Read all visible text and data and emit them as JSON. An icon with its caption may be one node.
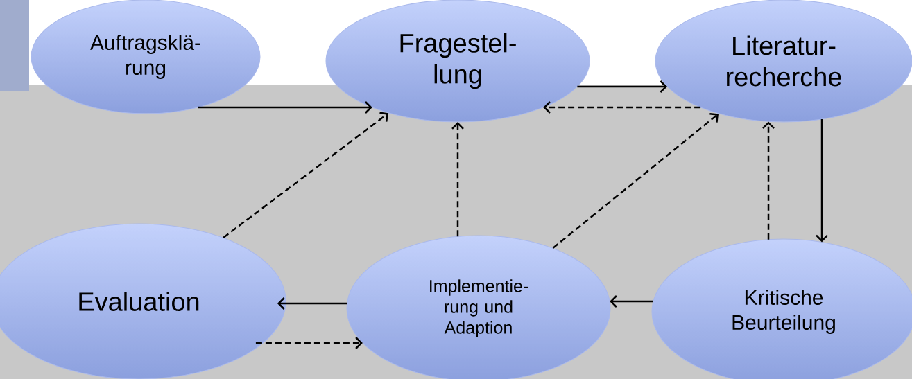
{
  "diagram": {
    "nodes": [
      {
        "text": [
          "Auftragsklä- rung"
        ]
      },
      {
        "text": [
          "Fragestel- lung"
        ]
      },
      {
        "text": [
          "Literatur- recherche"
        ]
      },
      {
        "text": [
          "Evaluation"
        ]
      },
      {
        "text": [
          "Implementie- rung und Adaption"
        ]
      },
      {
        "text": [
          "Kritische Beurteilung"
        ]
      }
    ],
    "edges": [
      {
        "from": 0,
        "to": 1,
        "arrow": "to"
      },
      {
        "from": 1,
        "to": 2,
        "arrow": "to"
      },
      {
        "from": 2,
        "to": 1,
        "arrow": "to",
        "style": "dashed"
      },
      {
        "from": 2,
        "to": 5,
        "arrow": "to"
      },
      {
        "from": 5,
        "to": 2,
        "arrow": "to",
        "style": "dashed"
      },
      {
        "from": 3,
        "to": 1,
        "arrow": "to",
        "style": "dashed"
      },
      {
        "from": 4,
        "to": 1,
        "arrow": "to",
        "style": "dashed"
      },
      {
        "from": 4,
        "to": 2,
        "arrow": "to",
        "style": "dashed"
      },
      {
        "from": 5,
        "to": 4,
        "arrow": "to"
      },
      {
        "from": 4,
        "to": 3,
        "arrow": "to"
      },
      {
        "from": 3,
        "to": 4,
        "arrow": "to",
        "style": "dashed"
      }
    ]
  }
}
